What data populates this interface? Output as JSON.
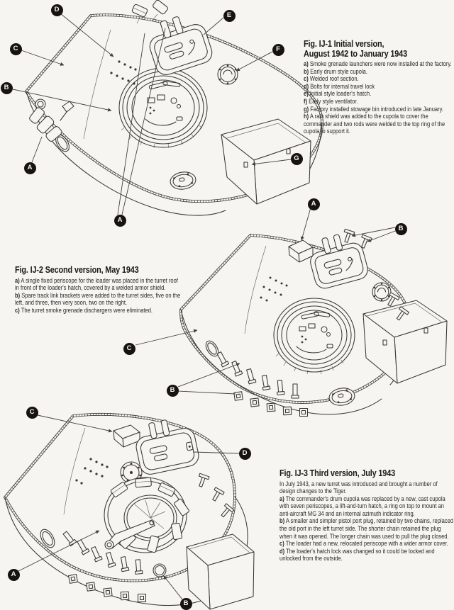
{
  "page": {
    "description": "Book page with three labelled line diagrams of Tiger tank turret versions",
    "colors": {
      "paper": "#f6f5f2",
      "ink": "#3a3733",
      "callout_bg": "#17140f",
      "callout_text": "#f6f5f2"
    }
  },
  "figures": [
    {
      "id": "fig-ij1",
      "title_line1": "Fig. IJ-1 Initial version,",
      "title_line2": "August 1942 to January 1943",
      "items": [
        {
          "key": "a)",
          "text": "Smoke grenade launchers were now installed at the factory."
        },
        {
          "key": "b)",
          "text": "Early drum style cupola."
        },
        {
          "key": "c)",
          "text": "Welded roof section."
        },
        {
          "key": "d)",
          "text": "Bolts for internal travel lock"
        },
        {
          "key": "e)",
          "text": "Initial style loader's hatch."
        },
        {
          "key": "f)",
          "text": "Early style ventilator."
        },
        {
          "key": "g)",
          "text": "Factory installed stowage bin introduced in late January."
        },
        {
          "key": "h)",
          "text": "A rain shield was added to the cupola to cover the commander and two rods were welded to the top ring of the cupola to support it."
        }
      ],
      "callouts": [
        "D",
        "E",
        "C",
        "F",
        "B",
        "G",
        "A",
        "A"
      ]
    },
    {
      "id": "fig-ij2",
      "title_line1": "Fig. IJ-2 Second version, May 1943",
      "items": [
        {
          "key": "a)",
          "text": "A single fixed periscope for the loader was placed in the turret roof in front of the loader's hatch, covered by a welded armor shield."
        },
        {
          "key": "b)",
          "text": "Spare track link brackets were added to the turret sides, five on the left, and three, then very soon, two on the right."
        },
        {
          "key": "c)",
          "text": "The turret smoke grenade dischargers were eliminated."
        }
      ],
      "callouts": [
        "A",
        "B",
        "C",
        "B"
      ]
    },
    {
      "id": "fig-ij3",
      "title_line1": "Fig. IJ-3 Third version, July 1943",
      "intro": "In July 1943, a new turret was introduced and brought a number of design changes to the Tiger.",
      "items": [
        {
          "key": "a)",
          "text": "The commander's drum cupola was replaced by a new, cast cupola with seven periscopes, a lift-and-turn hatch, a ring on top to mount an anti-aircraft MG 34 and an internal azimuth indicator ring."
        },
        {
          "key": "b)",
          "text": "A smaller and simpler pistol port plug, retained by two chains, replaced the old port in the left turret side. The shorter chain retained the plug when it was opened. The longer chain was used to pull the plug closed."
        },
        {
          "key": "c)",
          "text": "The loader had a new, relocated periscope with a wider armor cover."
        },
        {
          "key": "d)",
          "text": "The loader's hatch lock was changed so it could be locked and unlocked from the outside."
        }
      ],
      "callouts": [
        "C",
        "D",
        "A",
        "B"
      ]
    }
  ]
}
